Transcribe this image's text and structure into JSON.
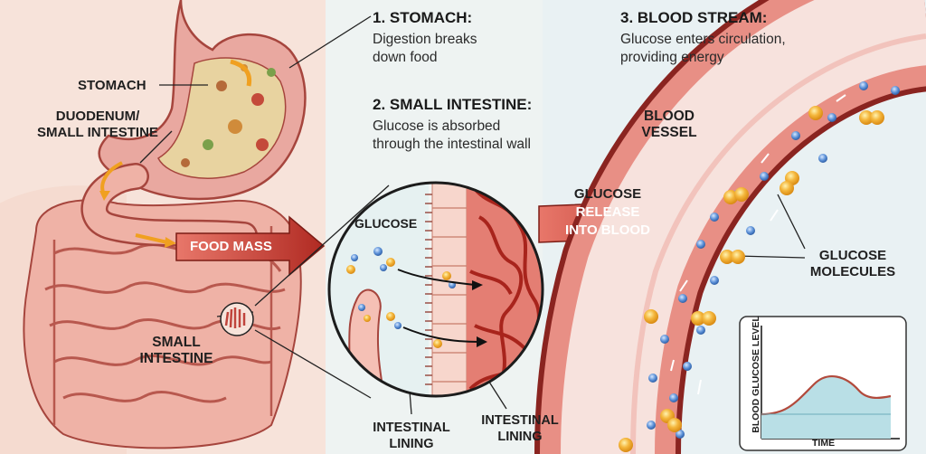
{
  "colors": {
    "background": "#eef3f2",
    "body_skin": "#f6ddd2",
    "stomach": "#e9a8a0",
    "intestine": "#f1b8ae",
    "vessel": "#c94a45",
    "arrow_red": "#c0392b",
    "glucose_yellow": "#f4b63c",
    "blood_cell_blue": "#5a8fd6",
    "chart_fill": "#b9dfe6",
    "chart_line": "#b24a3c"
  },
  "labels": {
    "stomach": "STOMACH",
    "duodenum_line1": "DUODENUM/",
    "duodenum_line2": "SMALL INTESTINE",
    "food_mass": "FOOD MASS",
    "small_intestine_line1": "SMALL",
    "small_intestine_line2": "INTESTINE",
    "glucose": "GLUCOSE",
    "intestinal_lining_a_line1": "INTESTINAL",
    "intestinal_lining_a_line2": "LINING",
    "intestinal_lining_b_line1": "INTESTINAL",
    "intestinal_lining_b_line2": "LINING",
    "release_line1": "GLUCOSE",
    "release_line2": "RELEASE",
    "release_line3": "INTO BLOOD",
    "blood_vessel_line1": "BLOOD",
    "blood_vessel_line2": "VESSEL",
    "glucose_molecules_line1": "GLUCOSE",
    "glucose_molecules_line2": "MOLECULES"
  },
  "steps": [
    {
      "title": "1. STOMACH:",
      "line1": "Digestion breaks",
      "line2": "down food"
    },
    {
      "title": "2. SMALL INTESTINE:",
      "line1": "Glucose is absorbed",
      "line2": "through the intestinal wall"
    },
    {
      "title": "3. BLOOD STREAM:",
      "line1": "Glucose enters circulation,",
      "line2": "providing energy"
    }
  ],
  "inset_chart": {
    "ylabel": "BLOOD GLUCOSE LEVEL",
    "xlabel": "TIME"
  },
  "icons": [
    "flow-arrow",
    "glucose-molecule",
    "blood-cell"
  ]
}
